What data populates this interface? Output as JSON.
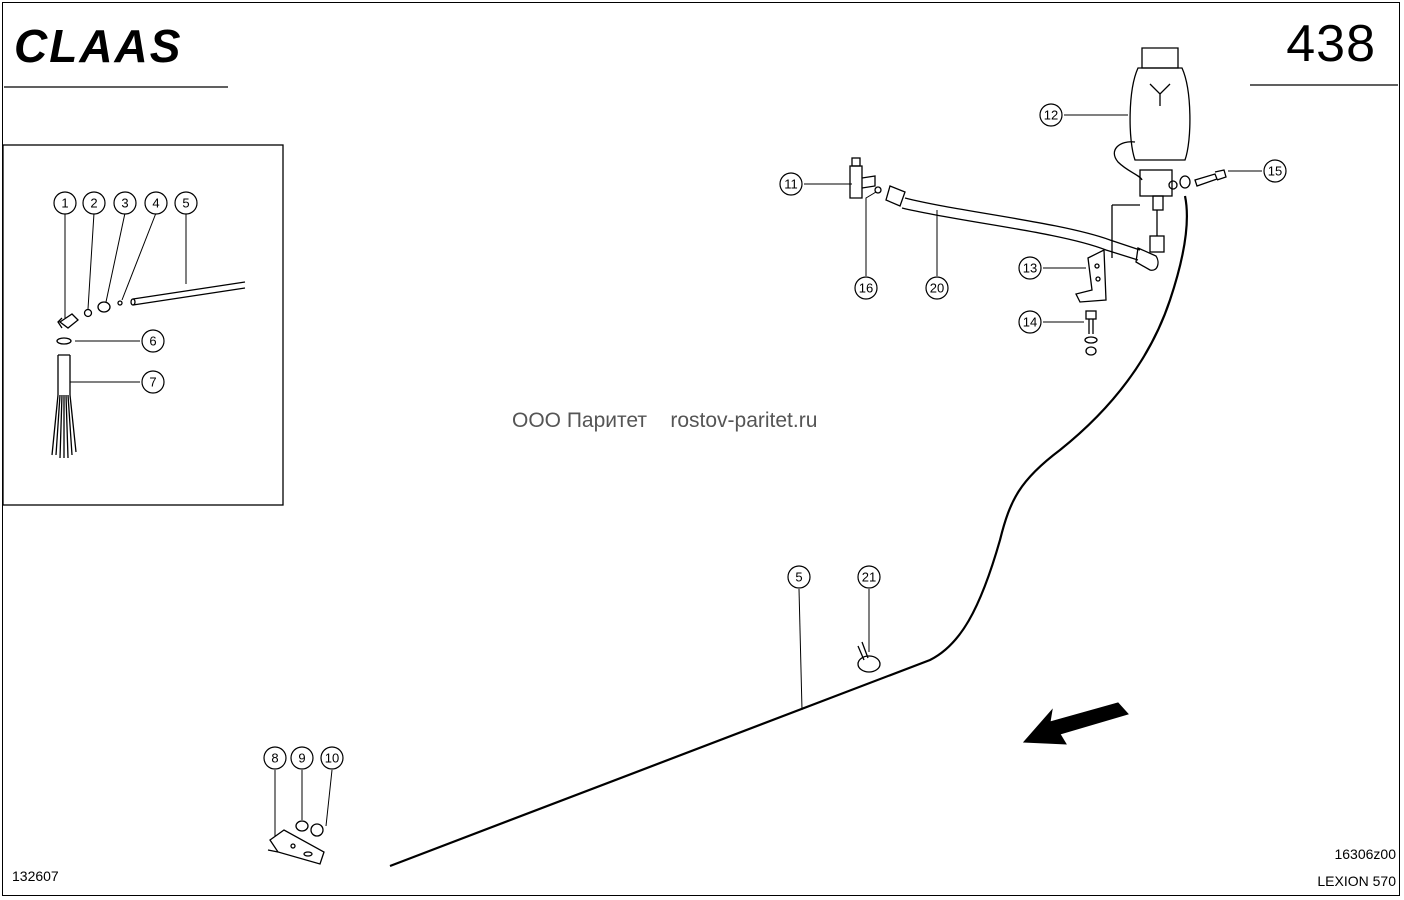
{
  "header": {
    "brand": "CLAAS",
    "page_number": "438"
  },
  "watermark": "ООО Паритет    rostov-paritet.ru",
  "footer": {
    "left_code": "132607",
    "right_code": "16306z00",
    "model": "LEXION 570"
  },
  "callouts": [
    "1",
    "2",
    "3",
    "4",
    "5",
    "6",
    "7",
    "8",
    "9",
    "10",
    "11",
    "12",
    "13",
    "14",
    "15",
    "16",
    "20",
    "5",
    "21"
  ],
  "colors": {
    "line": "#000000",
    "watermark": "#555555"
  }
}
